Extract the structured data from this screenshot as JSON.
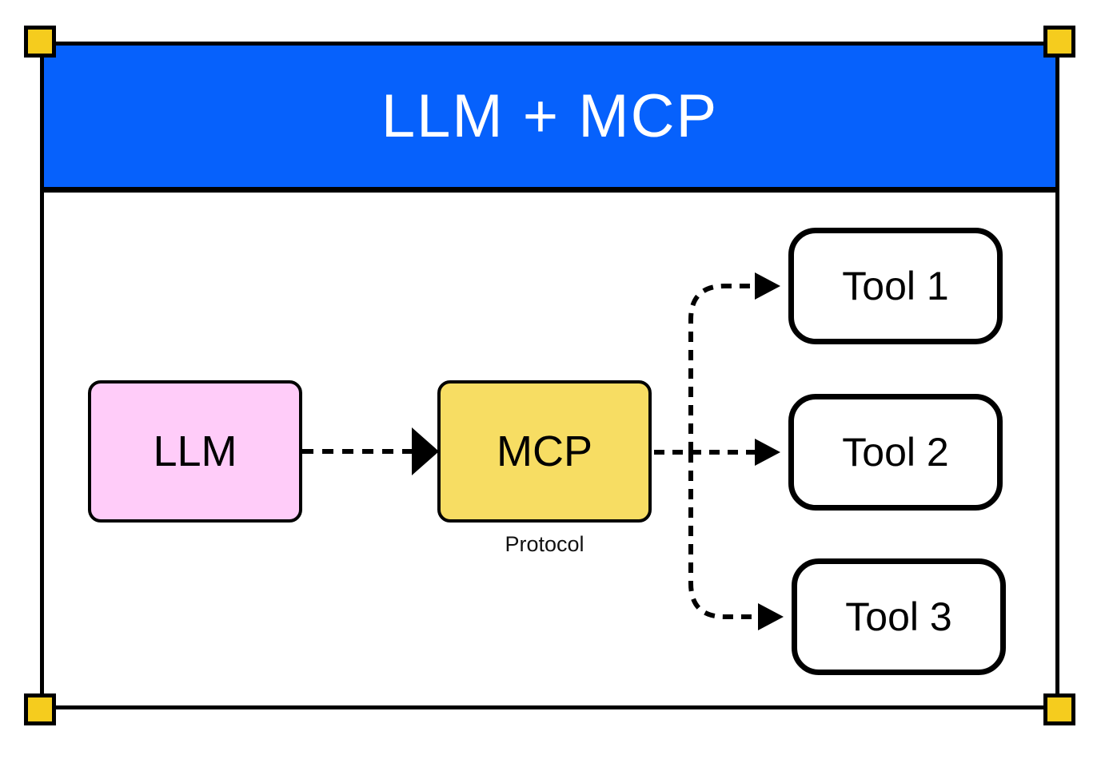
{
  "diagram": {
    "title": "LLM + MCP",
    "header_bg": "#0661fc",
    "header_text_color": "#ffffff",
    "frame_border_color": "#000000",
    "canvas_bg": "#ffffff"
  },
  "handles": {
    "color": "#f5cc1e",
    "border": "#000000",
    "corners": [
      "top-left",
      "top-right",
      "bottom-left",
      "bottom-right"
    ]
  },
  "nodes": {
    "llm": {
      "label": "LLM",
      "fill": "#ffccf9",
      "stroke": "#000000",
      "shape": "rounded-rectangle"
    },
    "mcp": {
      "label": "MCP",
      "caption": "Protocol",
      "fill": "#f7dd63",
      "stroke": "#000000",
      "shape": "rounded-rectangle"
    },
    "tools": [
      {
        "label": "Tool 1",
        "fill": "#ffffff",
        "stroke": "#000000",
        "shape": "rounded-rectangle"
      },
      {
        "label": "Tool 2",
        "fill": "#ffffff",
        "stroke": "#000000",
        "shape": "rounded-rectangle"
      },
      {
        "label": "Tool 3",
        "fill": "#ffffff",
        "stroke": "#000000",
        "shape": "rounded-rectangle"
      }
    ]
  },
  "connectors": {
    "style": "dashed",
    "color": "#000000",
    "arrowhead": "solid-triangle",
    "edges": [
      {
        "from": "llm",
        "to": "mcp"
      },
      {
        "from": "mcp",
        "to": "tool-1"
      },
      {
        "from": "mcp",
        "to": "tool-2"
      },
      {
        "from": "mcp",
        "to": "tool-3"
      }
    ]
  }
}
